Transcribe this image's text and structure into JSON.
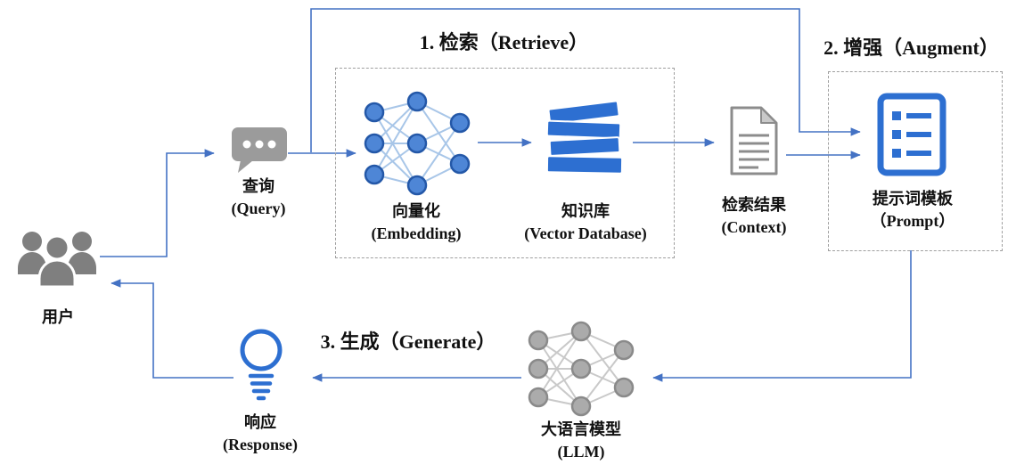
{
  "diagram": {
    "sections": {
      "retrieve": {
        "label": "1. 检索（Retrieve）"
      },
      "augment": {
        "label": "2. 增强（Augment）"
      },
      "generate": {
        "label": "3. 生成（Generate）"
      }
    },
    "nodes": {
      "user": {
        "zh": "用户"
      },
      "query": {
        "zh": "查询",
        "en": "(Query)"
      },
      "embedding": {
        "zh": "向量化",
        "en": "(Embedding)"
      },
      "vector_database": {
        "zh": "知识库",
        "en": "(Vector Database)"
      },
      "context": {
        "zh": "检索结果",
        "en": "(Context)"
      },
      "prompt": {
        "zh": "提示词模板",
        "en": "（Prompt）"
      },
      "llm": {
        "zh": "大语言模型",
        "en": "(LLM)"
      },
      "response": {
        "zh": "响应",
        "en": "(Response)"
      }
    },
    "colors": {
      "arrow_blue": "#4472c4",
      "icon_blue": "#2d6fd1",
      "node_blue_fill": "#4e86d6",
      "icon_gray": "#8c8c8c",
      "bubble_gray": "#9b9b9b"
    }
  }
}
